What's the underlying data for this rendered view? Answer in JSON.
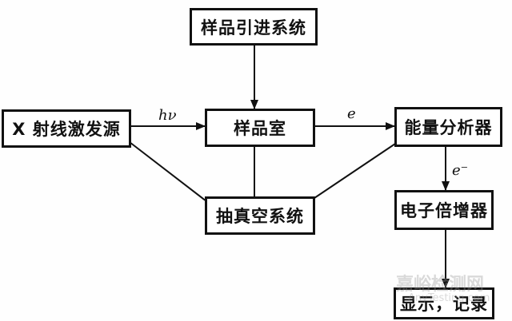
{
  "nodes": {
    "sample_intro": "样品引进系统",
    "xray_source": "X  射线激发源",
    "sample_chamber": "样品室",
    "energy_analyzer": "能量分析器",
    "vacuum_system": "抽真空系统",
    "electron_multiplier": "电子倍增器",
    "display_record": "显示，记录"
  },
  "edge_labels": {
    "photon": "hν",
    "electron": "e",
    "electron_minus": "e⁻"
  },
  "watermark": {
    "cn": "嘉峪检测网",
    "en": "AnyTesting.com"
  }
}
